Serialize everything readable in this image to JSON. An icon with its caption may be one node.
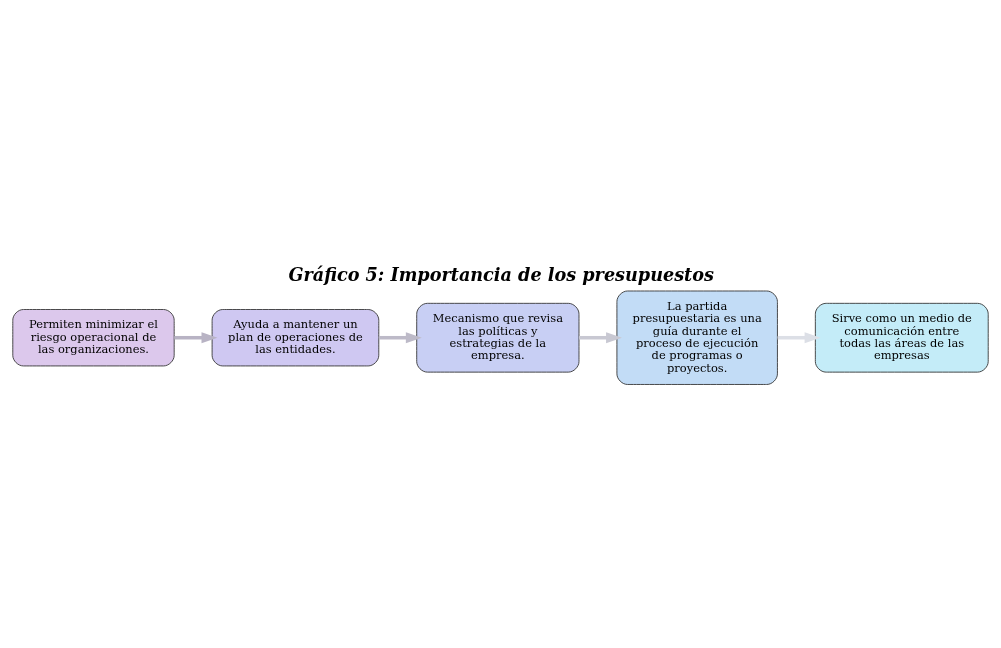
{
  "diagram": {
    "title": "Gráfico 5: Importancia de los presupuestos",
    "nodes": [
      {
        "text": [
          "Permiten minimizar el riesgo operacional de las organizaciones."
        ]
      },
      {
        "text": [
          "Ayuda a mantener un plan de operaciones de las entidades."
        ]
      },
      {
        "text": [
          "Mecanismo que revisa las políticas y estrategias de la empresa."
        ]
      },
      {
        "text": [
          "La partida presupuestaria es una guía durante el proceso de ejecución de programas o proyectos."
        ]
      },
      {
        "text": [
          "Sirve como un medio de comunicación entre todas las áreas de las empresas"
        ]
      }
    ],
    "edges": [
      {
        "from": 0,
        "to": 1,
        "arrow": "to"
      },
      {
        "from": 1,
        "to": 2,
        "arrow": "to"
      },
      {
        "from": 2,
        "to": 3,
        "arrow": "to"
      },
      {
        "from": 3,
        "to": 4,
        "arrow": "to"
      }
    ]
  }
}
